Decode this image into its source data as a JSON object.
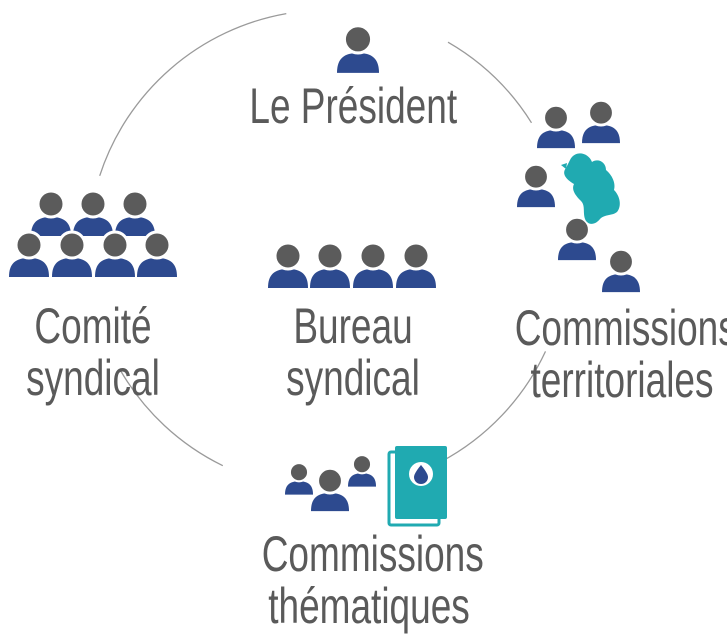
{
  "colors": {
    "head": "#5b5b5b",
    "body": "#2d4a8f",
    "accent": "#20aab1",
    "ring": "#9a9a9a",
    "text": "#5a5a5a"
  },
  "nodes": {
    "president": {
      "label": "Le Président",
      "icon": "person-icon"
    },
    "comite": {
      "line1": "Comité",
      "line2": "syndical",
      "icon": "people-group-icon"
    },
    "bureau": {
      "line1": "Bureau",
      "line2": "syndical",
      "icon": "people-row-icon"
    },
    "territoriales": {
      "line1": "Commissions",
      "line2": "territoriales",
      "icon": "map-island-icon"
    },
    "thematiques": {
      "line1": "Commissions",
      "line2": "thématiques",
      "icon": "water-document-icon"
    }
  }
}
